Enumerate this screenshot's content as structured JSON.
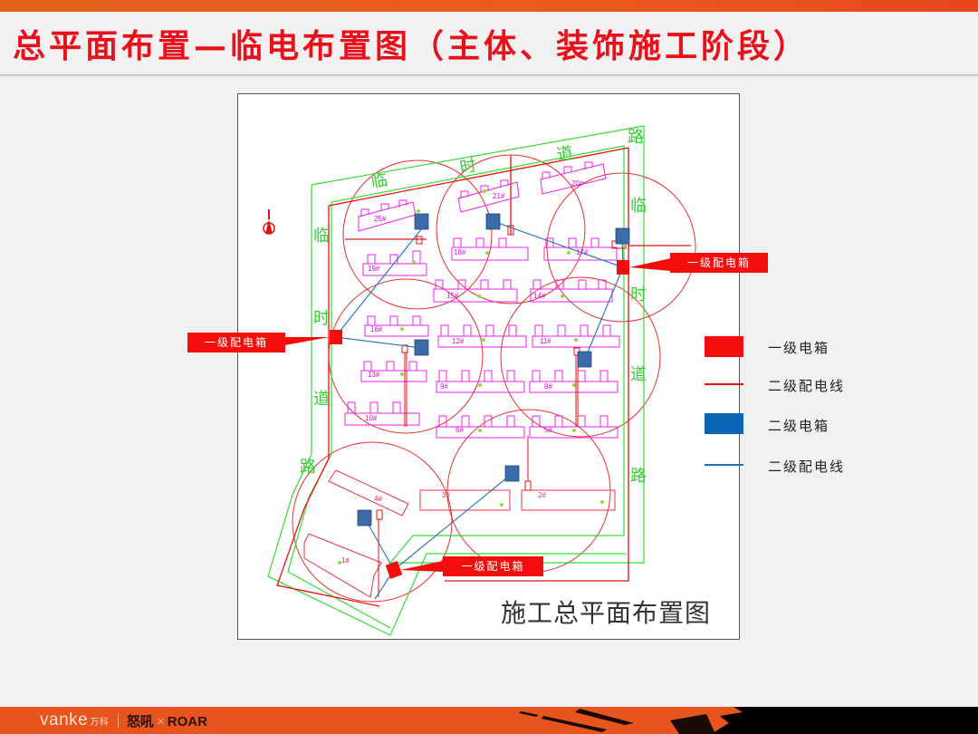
{
  "slide": {
    "title": "总平面布置—临电布置图（主体、装饰施工阶段）",
    "colors": {
      "title": "#e8101a",
      "topbar": "#e8541e",
      "footer": "#e8541e"
    }
  },
  "drawing": {
    "caption": "施工总平面布置图",
    "north_arrow": "north-arrow-icon",
    "road_labels": {
      "top": [
        "临",
        "时",
        "道",
        "路"
      ],
      "left": [
        "临",
        "时",
        "道",
        "路"
      ],
      "right": [
        "临",
        "时",
        "道",
        "路"
      ]
    },
    "buildings": [
      "25#",
      "21#",
      "20#",
      "18#",
      "17#",
      "19#",
      "15#",
      "14#",
      "16#",
      "12#",
      "11#",
      "13#",
      "9#",
      "8#",
      "10#",
      "6#",
      "5#",
      "4#",
      "3#",
      "2#",
      "1#"
    ],
    "callouts": [
      {
        "id": "primary-box-top-right",
        "label": "一级配电箱"
      },
      {
        "id": "primary-box-left",
        "label": "一级配电箱"
      },
      {
        "id": "primary-box-bottom",
        "label": "一级配电箱"
      }
    ],
    "colors": {
      "road": "#33dd33",
      "building": "#ee22ee",
      "building_lower": "#e8304a",
      "crane_radius": "#e83030",
      "primary_box": "#f40d0d",
      "secondary_box": "#3d6aa8",
      "primary_line": "#e81010",
      "secondary_line": "#2f79c0"
    }
  },
  "legend": {
    "items": [
      {
        "label": "一级电箱",
        "swatch": "box",
        "color": "#f40d0d"
      },
      {
        "label": "二级配电线",
        "swatch": "line",
        "color": "#e81010"
      },
      {
        "label": "二级电箱",
        "swatch": "box",
        "color": "#0c66b8"
      },
      {
        "label": "二级配电线",
        "swatch": "line",
        "color": "#1c6fb8"
      }
    ]
  },
  "footer": {
    "brand": "vanke",
    "brand_cn": "万科",
    "partner_cn": "怒吼",
    "partner_x": "×",
    "partner_en": "ROAR"
  }
}
